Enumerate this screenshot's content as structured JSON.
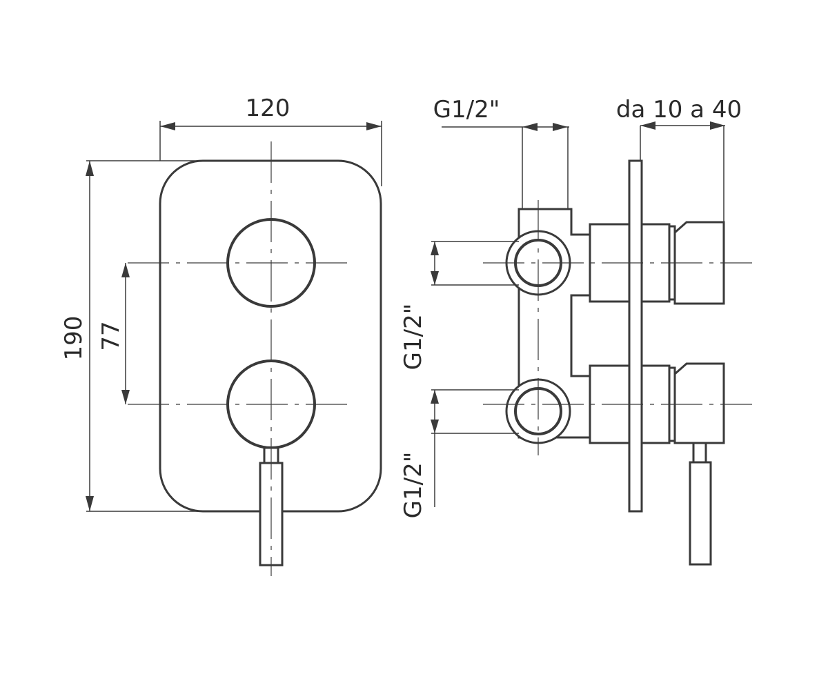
{
  "labels": {
    "width": "120",
    "height": "190",
    "spacing": "77",
    "thread_top": "G1/2\"",
    "depth_range": "da 10 a 40",
    "thread_upper": "G1/2\"",
    "thread_lower": "G1/2\""
  }
}
